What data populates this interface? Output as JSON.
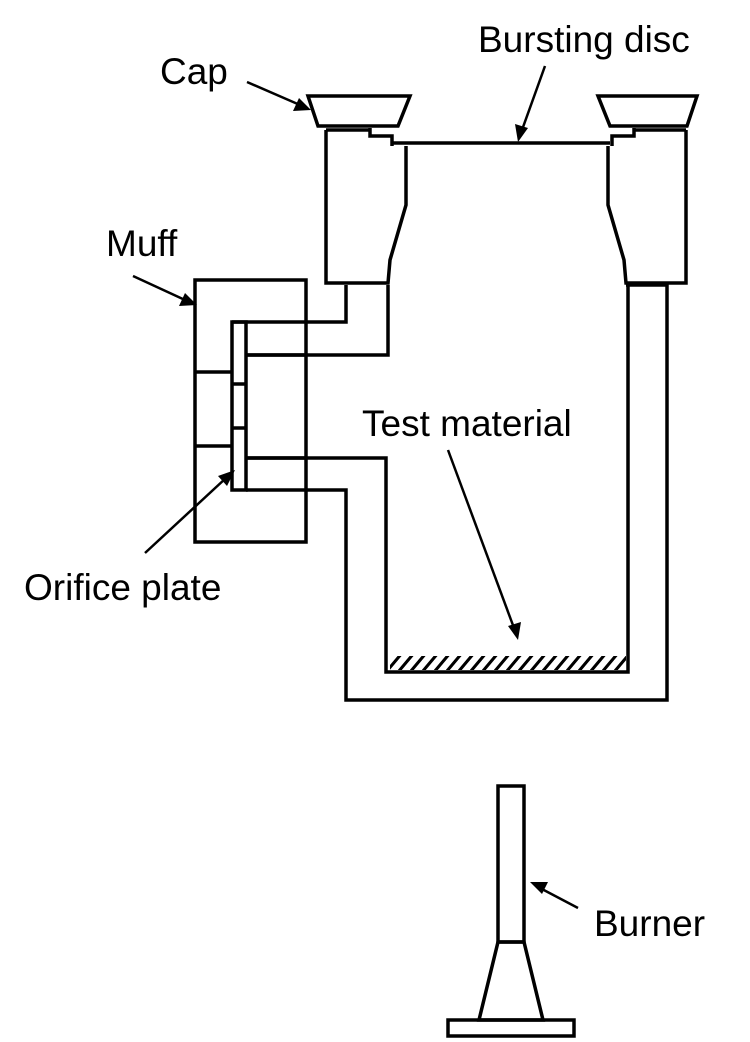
{
  "labels": {
    "cap": "Cap",
    "bursting_disc": "Bursting disc",
    "muff": "Muff",
    "test_material": "Test material",
    "orifice_plate": "Orifice plate",
    "burner": "Burner"
  },
  "colors": {
    "stroke": "#000000",
    "background": "#ffffff"
  }
}
